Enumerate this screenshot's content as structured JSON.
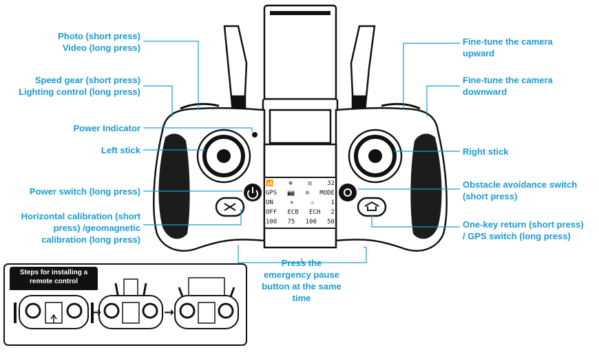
{
  "labels": {
    "photo_video": "Photo (short press)\nVideo (long press)",
    "speed_light": "Speed gear (short press)\nLighting control (long press)",
    "power_indicator": "Power Indicator",
    "left_stick": "Left stick",
    "power_switch": "Power switch (long press)",
    "calibration": "Horizontal calibration (short\npress) /geomagnetic\ncalibration (long press)",
    "cam_up": "Fine-tune the camera\nupward",
    "cam_down": "Fine-tune the camera\ndownward",
    "right_stick": "Right stick",
    "obstacle": "Obstacle avoidance switch\n(short press)",
    "return_gps": "One-key return (short press)\n/ GPS switch (long press)",
    "emergency": "Press the\nemergency pause\nbutton at the same\ntime"
  },
  "inset": {
    "title": "Steps for installing a\nremote control",
    "arrow_glyph": "→"
  },
  "screen": {
    "row1": [
      "📶",
      "⊗",
      "⦻",
      "32"
    ],
    "row2": [
      "GPS",
      "📷",
      "⊙",
      "MODE"
    ],
    "row3": [
      "ON",
      "✈",
      "⚠",
      "1"
    ],
    "row4": [
      "OFF",
      "ECB",
      "ECH",
      "2"
    ],
    "row5": [
      "100",
      "75",
      "100",
      "50"
    ]
  },
  "colors": {
    "label": "#1a9ad6",
    "line": "#1a9ad6",
    "outline": "#111111"
  }
}
